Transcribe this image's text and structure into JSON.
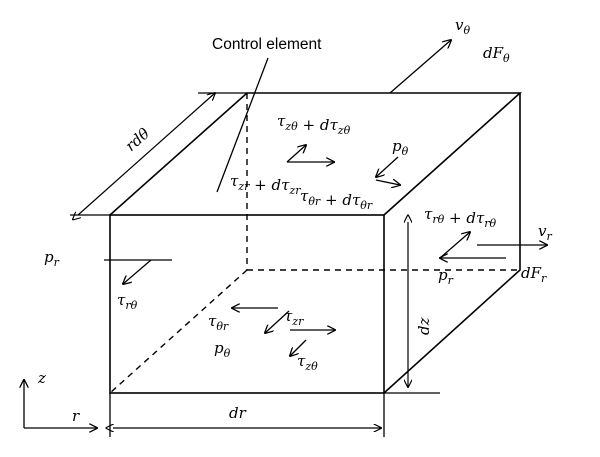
{
  "labels": {
    "control_element": "Control element",
    "r_dtheta": "rdθ",
    "v_theta": "vθ",
    "dF_theta": "dFθ",
    "tau_ztheta_top": "τzθ + dτzθ",
    "p_theta_top": "pθ",
    "tau_zr_top": "τzr + dτzr",
    "tau_thetar_top": "τθr + dτθr",
    "tau_rtheta_right": "τrθ + dτrθ",
    "v_r": "vr",
    "dF_r": "dFr",
    "p_r_right": "pr",
    "p_r_left": "pr",
    "tau_rtheta_left": "τrθ",
    "tau_thetar_front": "τθr",
    "tau_zr_front": "τzr",
    "p_theta_front": "pθ",
    "tau_ztheta_front": "τzθ",
    "dz": "dz",
    "dr": "dr",
    "axis_z": "z",
    "axis_r": "r"
  }
}
